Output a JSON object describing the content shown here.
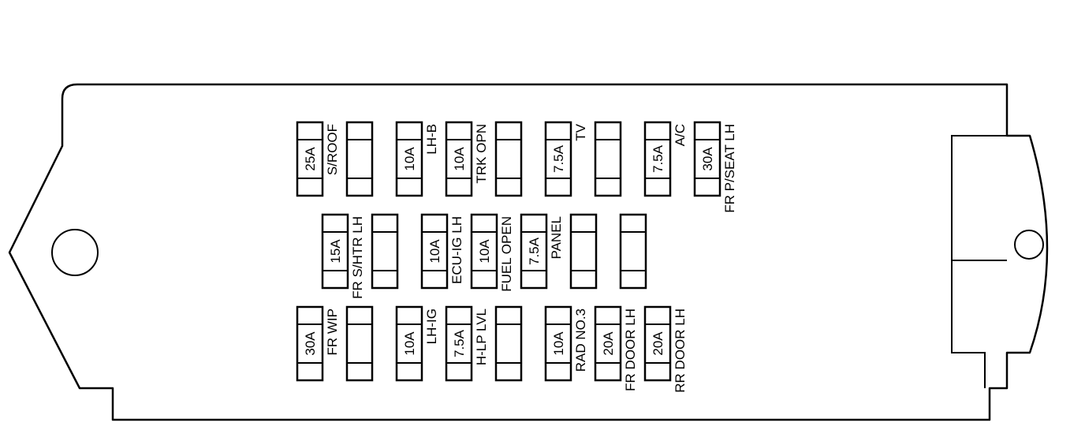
{
  "diagram": {
    "fuses": [
      {
        "id": "r1c1",
        "rating": "25A",
        "label": "S/ROOF"
      },
      {
        "id": "r1c2",
        "rating": "",
        "label": ""
      },
      {
        "id": "r1c3",
        "rating": "10A",
        "label": "LH-B"
      },
      {
        "id": "r1c4",
        "rating": "10A",
        "label": "TRK OPN"
      },
      {
        "id": "r1c5",
        "rating": "",
        "label": ""
      },
      {
        "id": "r1c6",
        "rating": "7.5A",
        "label": "TV"
      },
      {
        "id": "r1c7",
        "rating": "",
        "label": ""
      },
      {
        "id": "r1c8",
        "rating": "7.5A",
        "label": "A/C"
      },
      {
        "id": "r1c9",
        "rating": "30A",
        "label": "FR P/SEAT LH"
      },
      {
        "id": "r2c1",
        "rating": "15A",
        "label": "FR S/HTR LH"
      },
      {
        "id": "r2c2",
        "rating": "",
        "label": ""
      },
      {
        "id": "r2c3",
        "rating": "10A",
        "label": "ECU-IG LH"
      },
      {
        "id": "r2c4",
        "rating": "10A",
        "label": "FUEL OPEN"
      },
      {
        "id": "r2c5",
        "rating": "7.5A",
        "label": "PANEL"
      },
      {
        "id": "r2c6",
        "rating": "",
        "label": ""
      },
      {
        "id": "r2c7",
        "rating": "",
        "label": ""
      },
      {
        "id": "r3c1",
        "rating": "30A",
        "label": "FR WIP"
      },
      {
        "id": "r3c2",
        "rating": "",
        "label": ""
      },
      {
        "id": "r3c3",
        "rating": "10A",
        "label": "LH-IG"
      },
      {
        "id": "r3c4",
        "rating": "7.5A",
        "label": "H-LP LVL"
      },
      {
        "id": "r3c5",
        "rating": "",
        "label": ""
      },
      {
        "id": "r3c6",
        "rating": "10A",
        "label": "RAD NO.3"
      },
      {
        "id": "r3c7",
        "rating": "20A",
        "label": "FR DOOR LH"
      },
      {
        "id": "r3c8",
        "rating": "20A",
        "label": "RR DOOR LH"
      }
    ]
  }
}
